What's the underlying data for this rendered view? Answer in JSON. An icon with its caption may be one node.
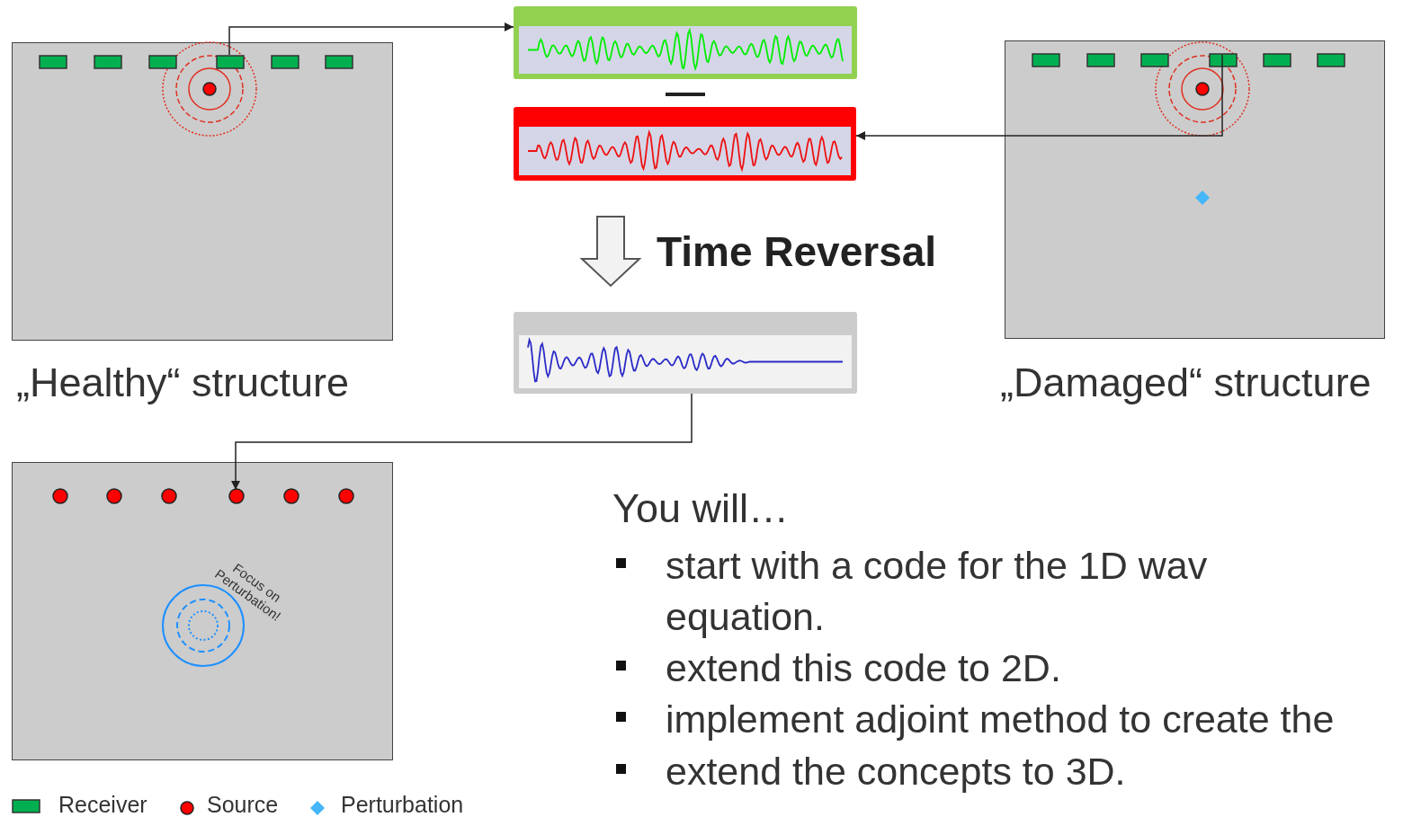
{
  "diagram": {
    "nodes": [
      {
        "text": [],
        "shape": "box",
        "beside": [
          "„Healthy“ structure"
        ]
      },
      {
        "text": [],
        "shape": "picture"
      },
      {
        "text": [],
        "shape": "picture"
      },
      {
        "text": [],
        "shape": "picture"
      },
      {
        "text": [],
        "shape": "box",
        "beside": [
          "„Damaged“ structure"
        ]
      },
      {
        "text": [],
        "shape": "box"
      }
    ],
    "edges": [
      {
        "from": 0,
        "to": 1,
        "arrow": "to"
      },
      {
        "from": 4,
        "to": 2,
        "arrow": "to"
      },
      {
        "from": 2,
        "to": 3,
        "arrow": "to",
        "label": "Time Reversal",
        "style": "thick"
      },
      {
        "from": 3,
        "to": 5,
        "arrow": "to"
      }
    ],
    "labels": [
      "Focus on Perturbation!",
      "You will…",
      "start with a code for the 1D wav equation.",
      "extend this code to 2D.",
      "implement adjoint method to create the",
      "extend the concepts to 3D."
    ],
    "legend": [
      {
        "text": "Receiver",
        "color": "#00b050"
      },
      {
        "text": "Source",
        "color": "#ff0000"
      },
      {
        "text": "Perturbation",
        "color": "#45b6f7"
      }
    ]
  }
}
